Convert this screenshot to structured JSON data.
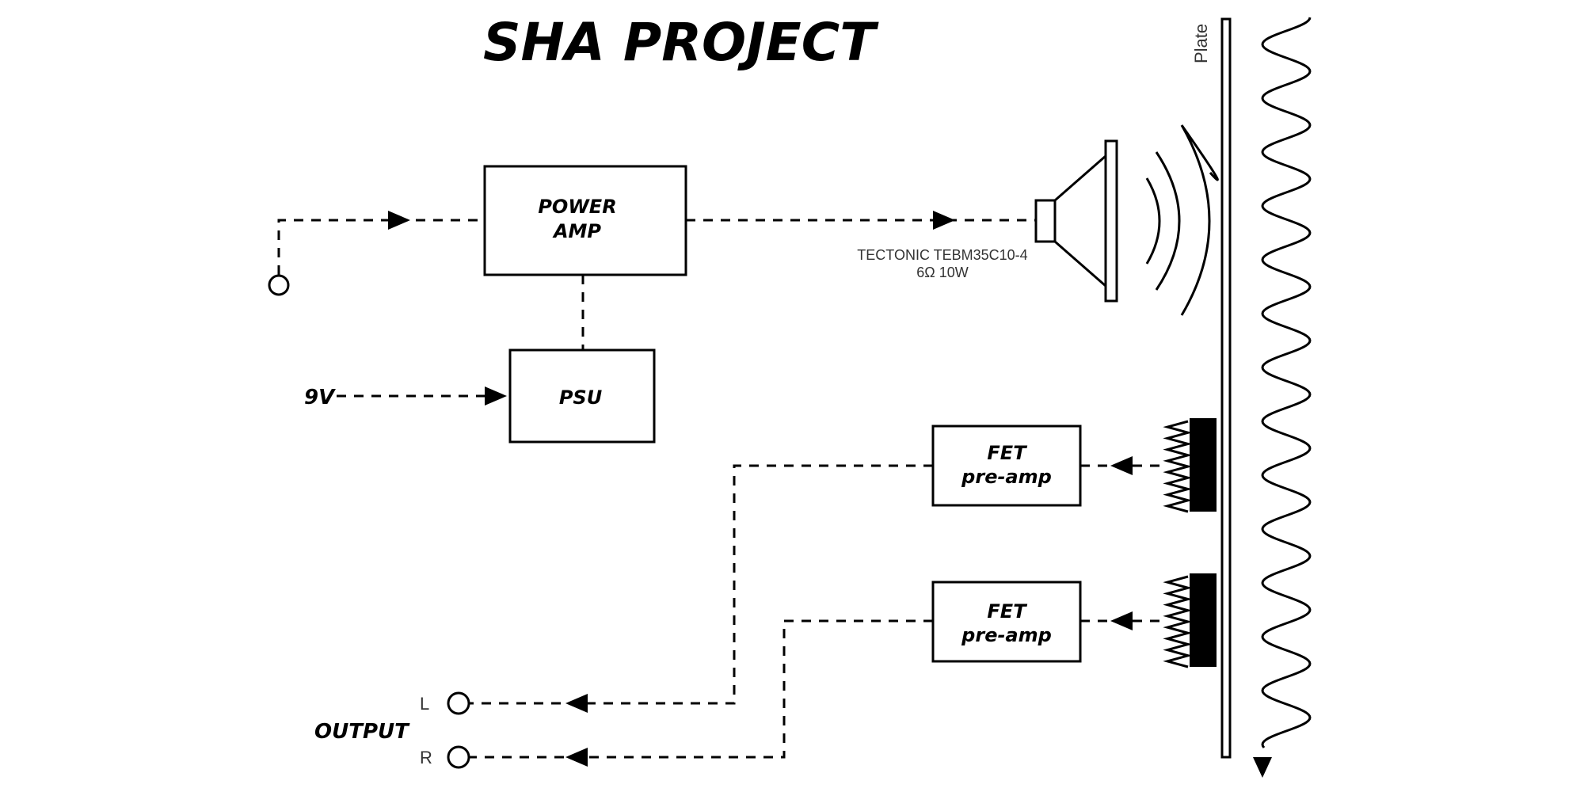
{
  "title": "SHA PROJECT",
  "blocks": {
    "power_amp": [
      "POWER",
      "AMP"
    ],
    "psu": "PSU",
    "fet_preamp_1": [
      "FET",
      "pre-amp"
    ],
    "fet_preamp_2": [
      "FET",
      "pre-amp"
    ]
  },
  "inputs": {
    "supply": "9V"
  },
  "exciter": {
    "model": "TECTONIC TEBM35C10-4",
    "spec": "6Ω 10W"
  },
  "plate_label": "Plate",
  "output": {
    "label": "OUTPUT",
    "left": "L",
    "right": "R"
  }
}
